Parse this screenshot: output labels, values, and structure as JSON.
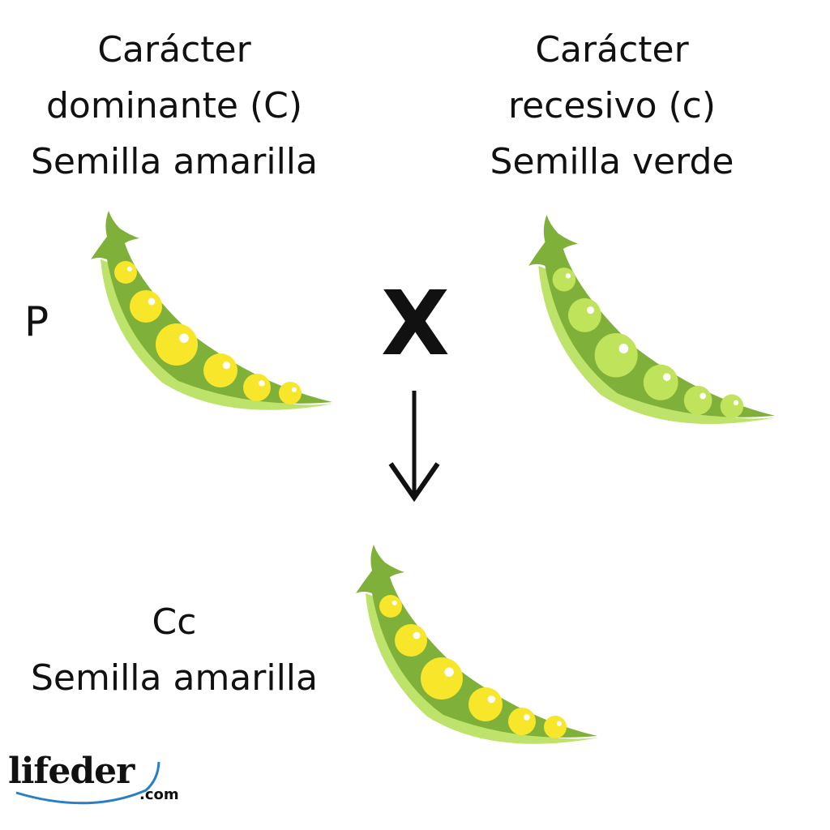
{
  "parent_dominant": {
    "line1": "Carácter",
    "line2": "dominante (C)",
    "line3": "Semilla amarilla"
  },
  "parent_recessive": {
    "line1": "Carácter",
    "line2": "recesivo (c)",
    "line3": "Semilla verde"
  },
  "generation_label": "P",
  "cross_symbol": "X",
  "offspring": {
    "genotype": "Cc",
    "phenotype": "Semilla amarilla"
  },
  "logo": {
    "name": "lifeder",
    "suffix": ".com"
  },
  "colors": {
    "pod": "#7fb03a",
    "pod_rim": "#bde36a",
    "yellow_pea": "#f7e62a",
    "green_pea": "#bfe35a"
  }
}
